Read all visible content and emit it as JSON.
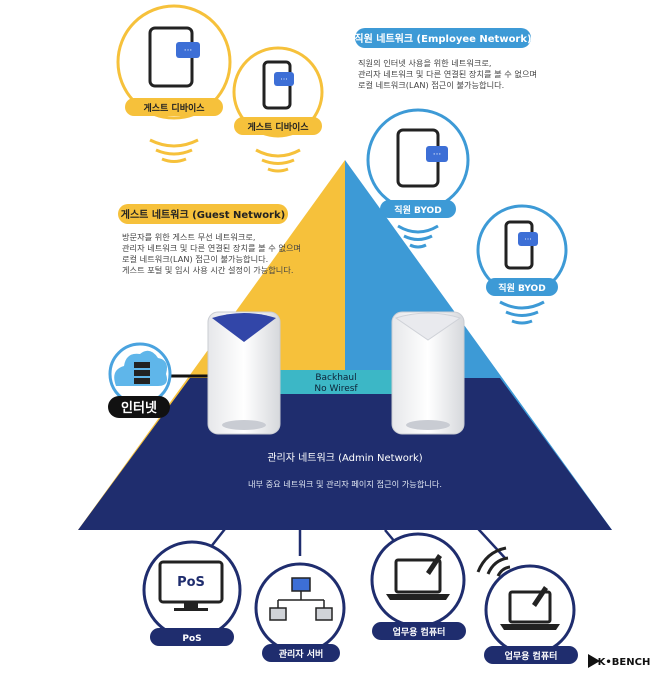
{
  "employee_network": {
    "title": "직원 네트워크 (Employee Network)",
    "desc": [
      "직원의 인터넷 사용을 위한 네트워크로,",
      "관리자 네트워크 및 다른 연결된 장치를 볼 수 없으며",
      "로컬 네트워크(LAN) 접근이 불가능합니다."
    ]
  },
  "guest_network": {
    "title": "게스트 네트워크 (Guest Network)",
    "desc": [
      "방문자를 위한 게스트 무선 네트워크로,",
      "관리자 네트워크 및 다른 연결된 장치를 볼 수 없으며",
      "로컬 네트워크(LAN) 접근이 불가능합니다.",
      "게스트 포털 및 임시 사용 시간 설정이 가능합니다."
    ]
  },
  "admin_network": {
    "title": "관리자 네트워크 (Admin Network)",
    "desc": "내부 중요 네트워크 및 관리자 페이지 접근이 가능합니다."
  },
  "devices": {
    "guest_tablet": "게스트 디바이스",
    "guest_phone": "게스트 디바이스",
    "byod_tablet": "직원 BYOD",
    "byod_phone": "직원 BYOD",
    "pos": "PoS",
    "pos_screen": "PoS",
    "admin_server": "관리자 서버",
    "work_pc_1": "업무용 컴퓨터",
    "work_pc_2": "업무용 컴퓨터"
  },
  "internet": "인터넷",
  "backhaul": [
    "Backhaul",
    "No Wiresf"
  ],
  "brand": "K•BENCH",
  "colors": {
    "yellow": "#f6c13b",
    "blue": "#3d9ad6",
    "navy": "#1f2d6e",
    "dark_navy": "#1c2a5a",
    "backhaul": "#3cb7c6"
  }
}
